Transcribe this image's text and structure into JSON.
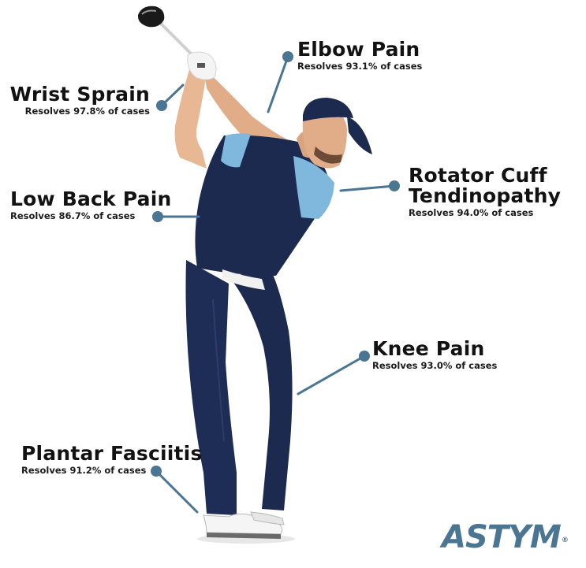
{
  "labels": {
    "elbow": {
      "title": "Elbow Pain",
      "sub": "Resolves 93.1% of cases"
    },
    "wrist": {
      "title": "Wrist Sprain",
      "sub": "Resolves 97.8% of cases"
    },
    "rotator": {
      "title_line1": "Rotator Cuff",
      "title_line2": "Tendinopathy",
      "sub": "Resolves 94.0% of cases"
    },
    "lowback": {
      "title": "Low Back Pain",
      "sub": "Resolves 86.7% of cases"
    },
    "knee": {
      "title": "Knee Pain",
      "sub": "Resolves 93.0% of cases"
    },
    "plantar": {
      "title": "Plantar Fasciitis",
      "sub": "Resolves 91.2% of cases"
    }
  },
  "logo": {
    "text": "ASTYM",
    "mark": "®"
  },
  "colors": {
    "accent": "#4a7593",
    "shirt": "#7fb8dc",
    "navy": "#1b2a4e",
    "text": "#121212"
  },
  "icons": {
    "pointer": "connector-dot-icon"
  }
}
